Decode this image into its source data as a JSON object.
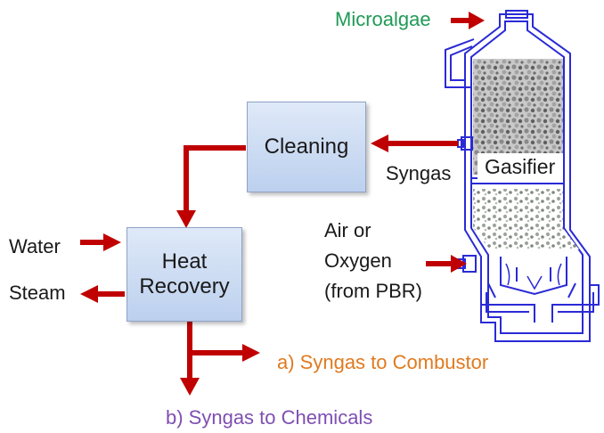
{
  "labels": {
    "microalgae": "Microalgae",
    "syngas": "Syngas",
    "gasifier": "Gasifier",
    "air_line1": "Air or",
    "air_line2": "Oxygen",
    "air_line3": "(from PBR)",
    "water": "Water",
    "steam": "Steam",
    "syngas_to_combustor": "a) Syngas to Combustor",
    "syngas_to_chemicals": "b) Syngas to Chemicals"
  },
  "boxes": {
    "cleaning": "Cleaning",
    "heat_recovery_line1": "Heat",
    "heat_recovery_line2": "Recovery"
  },
  "colors": {
    "arrow": "#c00000",
    "gasifier_outline": "#2a2ad6",
    "microalgae_text": "#1f9a57",
    "combustor_text": "#e07a1f",
    "chemicals_text": "#7e4fb2",
    "box_fill": "#c9d9f2"
  }
}
